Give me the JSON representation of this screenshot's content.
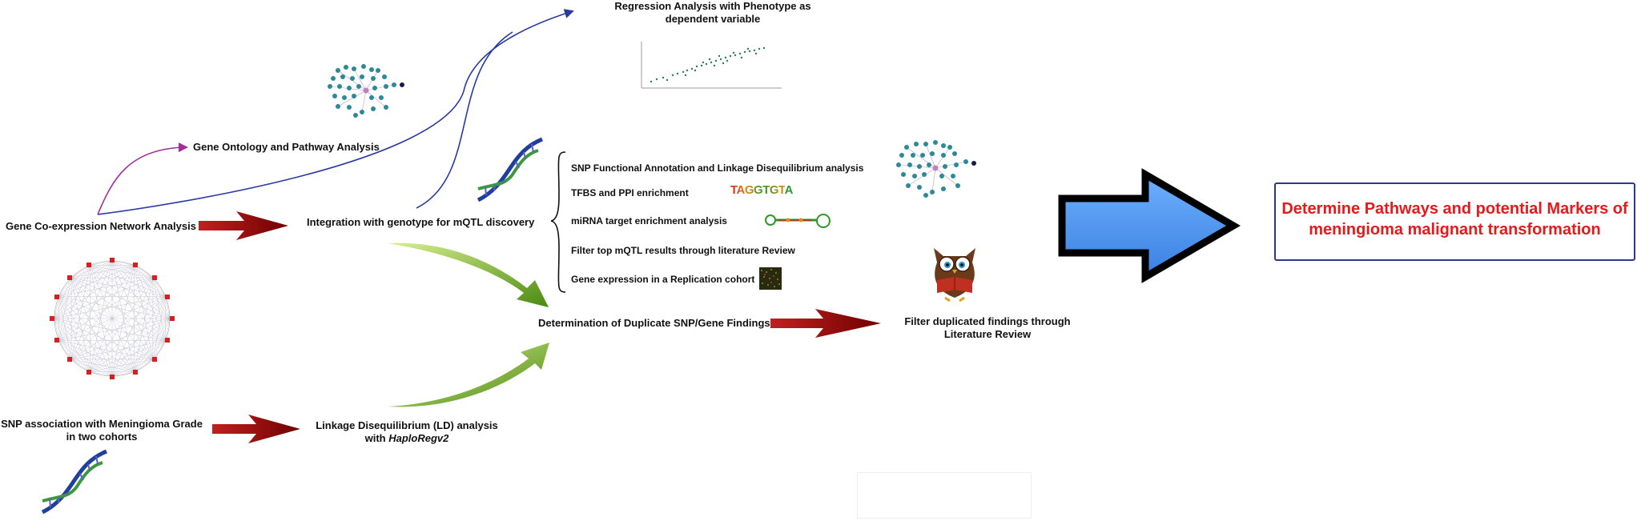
{
  "nodes": {
    "regression_line1": "Regression Analysis with Phenotype as",
    "regression_line2": "dependent variable",
    "gene_ontology": "Gene Ontology and Pathway Analysis",
    "coexpression": "Gene Co-expression Network Analysis",
    "integration": "Integration with genotype for mQTL discovery",
    "snp_assoc_line1": "SNP association with Meningioma Grade",
    "snp_assoc_line2": "in two cohorts",
    "ld_line1": "Linkage Disequilibrium (LD) analysis",
    "ld_line2_prefix": "with ",
    "ld_line2_tool": "HaploRegv2",
    "duplicate": "Determination of Duplicate SNP/Gene Findings",
    "filter_dup_line1": "Filter duplicated findings through",
    "filter_dup_line2": "Literature Review"
  },
  "steps": [
    "SNP Functional Annotation and Linkage Disequilibrium analysis",
    "TFBS and PPI  enrichment",
    "miRNA target enrichment analysis",
    "Filter top mQTL results through literature Review",
    "Gene expression in a  Replication cohort"
  ],
  "motif_text": "TAGGTGT",
  "motif_tail": "A",
  "result_line1": "Determine Pathways and potential Markers of",
  "result_line2": "meningioma malignant transformation",
  "colors": {
    "result_text": "#e41a1c",
    "result_border": "#2a3a8f",
    "big_arrow": "#4a90f0",
    "red_arrow": "#8b0000",
    "green_arrow": "#6aaa1a",
    "purple_arrow": "#a0309a",
    "blue_arrow": "#2a3a9f",
    "network_node": "#2b8a9a",
    "circle_node": "#d42020"
  },
  "icons": [
    "network-graph-icon",
    "dna-helix-icon",
    "scatter-plot-icon",
    "circular-network-icon",
    "owl-reading-icon",
    "mirna-hairpin-icon",
    "expression-heatmap-icon",
    "motif-logo-icon"
  ]
}
